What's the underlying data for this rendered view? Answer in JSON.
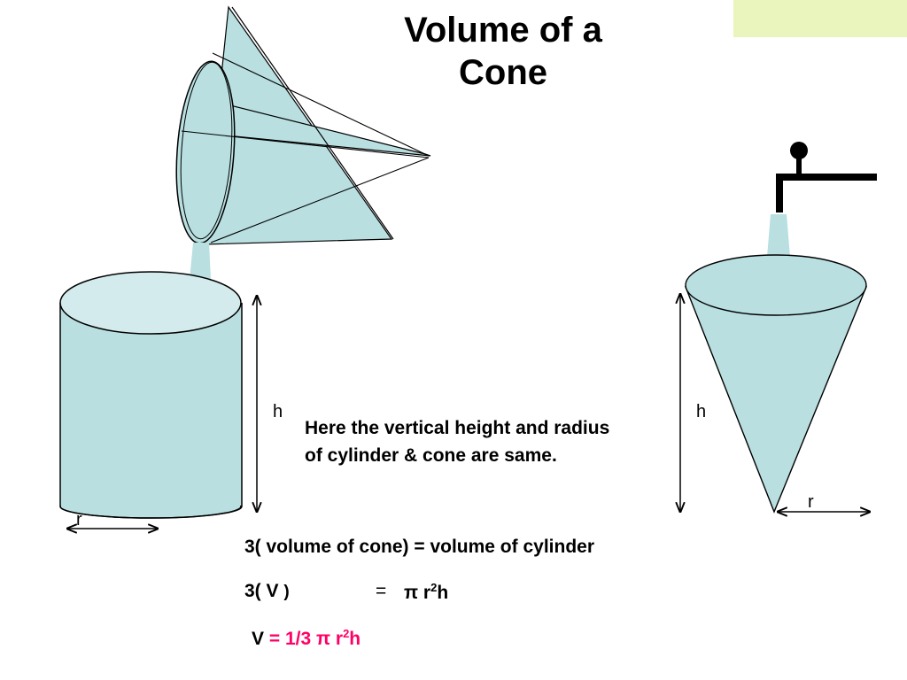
{
  "title": {
    "line1": "Volume of a",
    "line2": "Cone"
  },
  "colors": {
    "fill": "#b9dfe0",
    "fill_top": "#d3ebec",
    "outline": "#000000",
    "corner_box": "#eaf4bd",
    "formula_highlight": "#ff0066"
  },
  "cylinder": {
    "height_label": "h",
    "radius_label": "r"
  },
  "cone": {
    "height_label": "h",
    "radius_label": "r"
  },
  "note": "Here  the  vertical height and radius of cylinder & cone are same.",
  "equations": {
    "line1": "3( volume of cone) =  volume of cylinder",
    "line2_left": "3( V",
    "line2_paren": ")",
    "line2_equals": "=",
    "line2_right_pre": "π r",
    "line2_right_exp": "2",
    "line2_right_post": "h",
    "line3_var": "V",
    "line3_pre": " = 1/3 π r",
    "line3_exp": "2",
    "line3_post": "h"
  }
}
